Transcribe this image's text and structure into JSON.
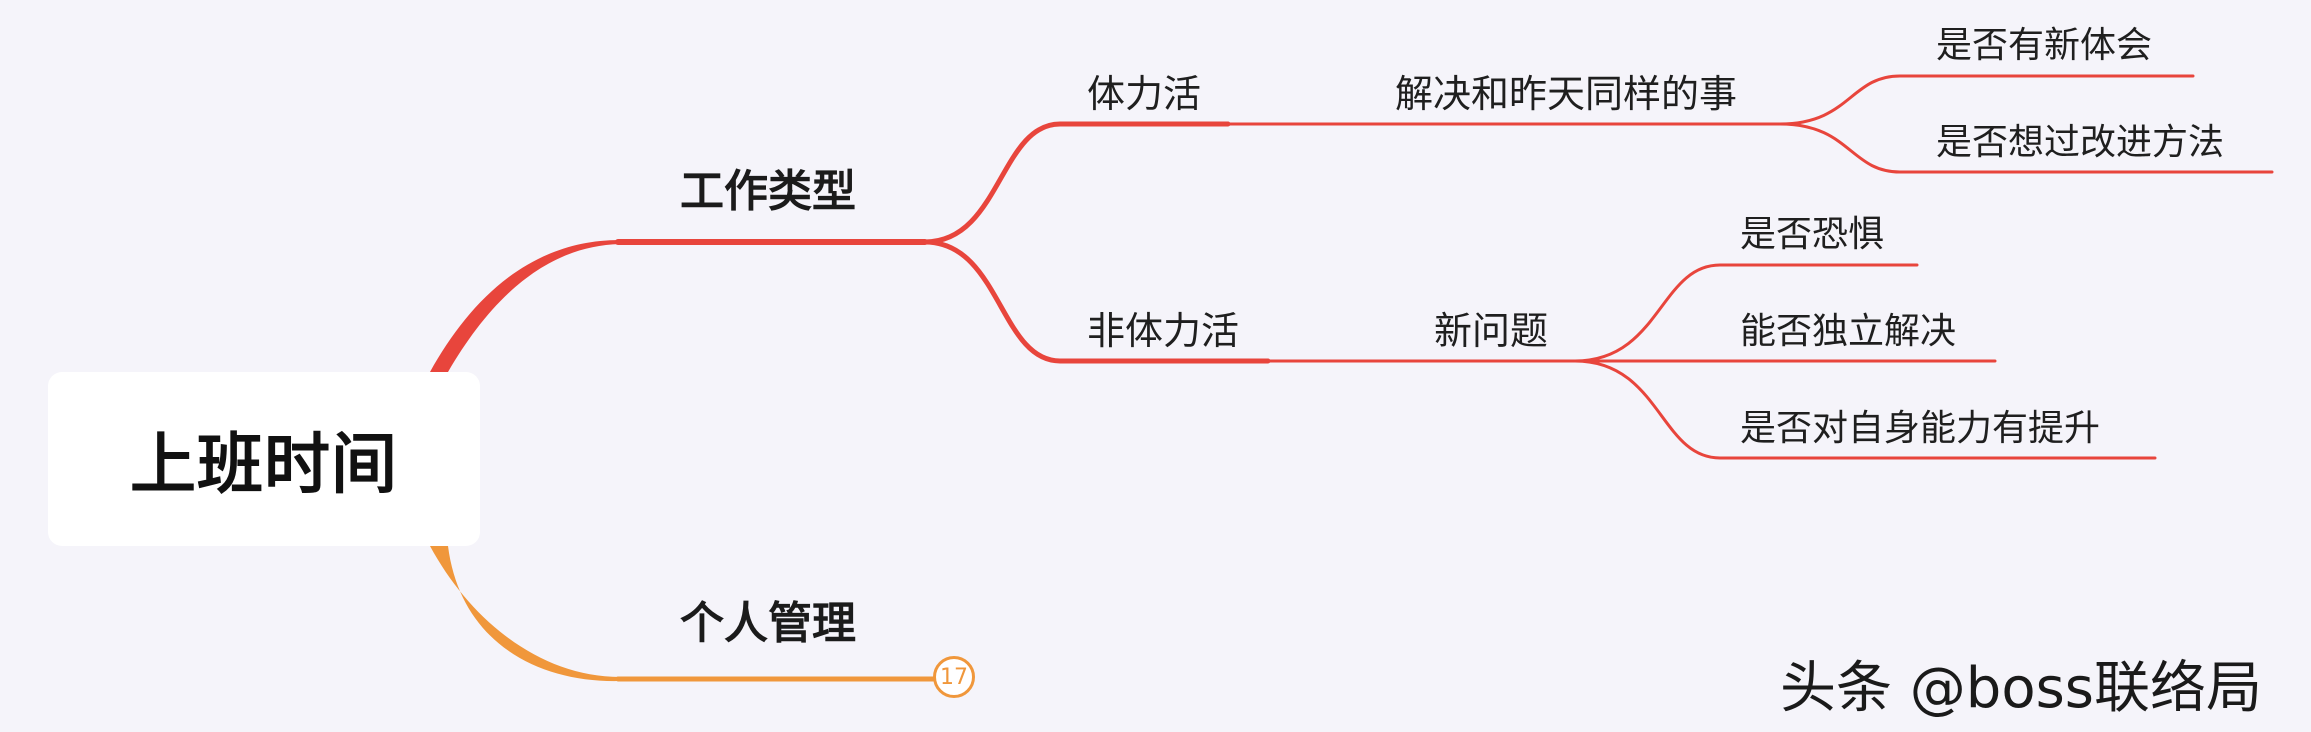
{
  "root": {
    "label": "上班时间"
  },
  "branches": [
    {
      "label": "工作类型",
      "color": "#e8453c",
      "children": [
        {
          "label": "体力活",
          "children": [
            {
              "label": "解决和昨天同样的事",
              "children": [
                "是否有新体会",
                "是否想过改进方法"
              ]
            }
          ]
        },
        {
          "label": "非体力活",
          "children": [
            {
              "label": "新问题",
              "children": [
                "是否恐惧",
                "能否独立解决",
                "是否对自身能力有提升"
              ]
            }
          ]
        }
      ]
    },
    {
      "label": "个人管理",
      "color": "#f0973b",
      "collapsed_count": "17"
    }
  ],
  "watermark": "头条 @boss联络局",
  "colors": {
    "background": "#f5f4fa",
    "line_red": "#e8453c",
    "line_orange": "#f0973b"
  }
}
